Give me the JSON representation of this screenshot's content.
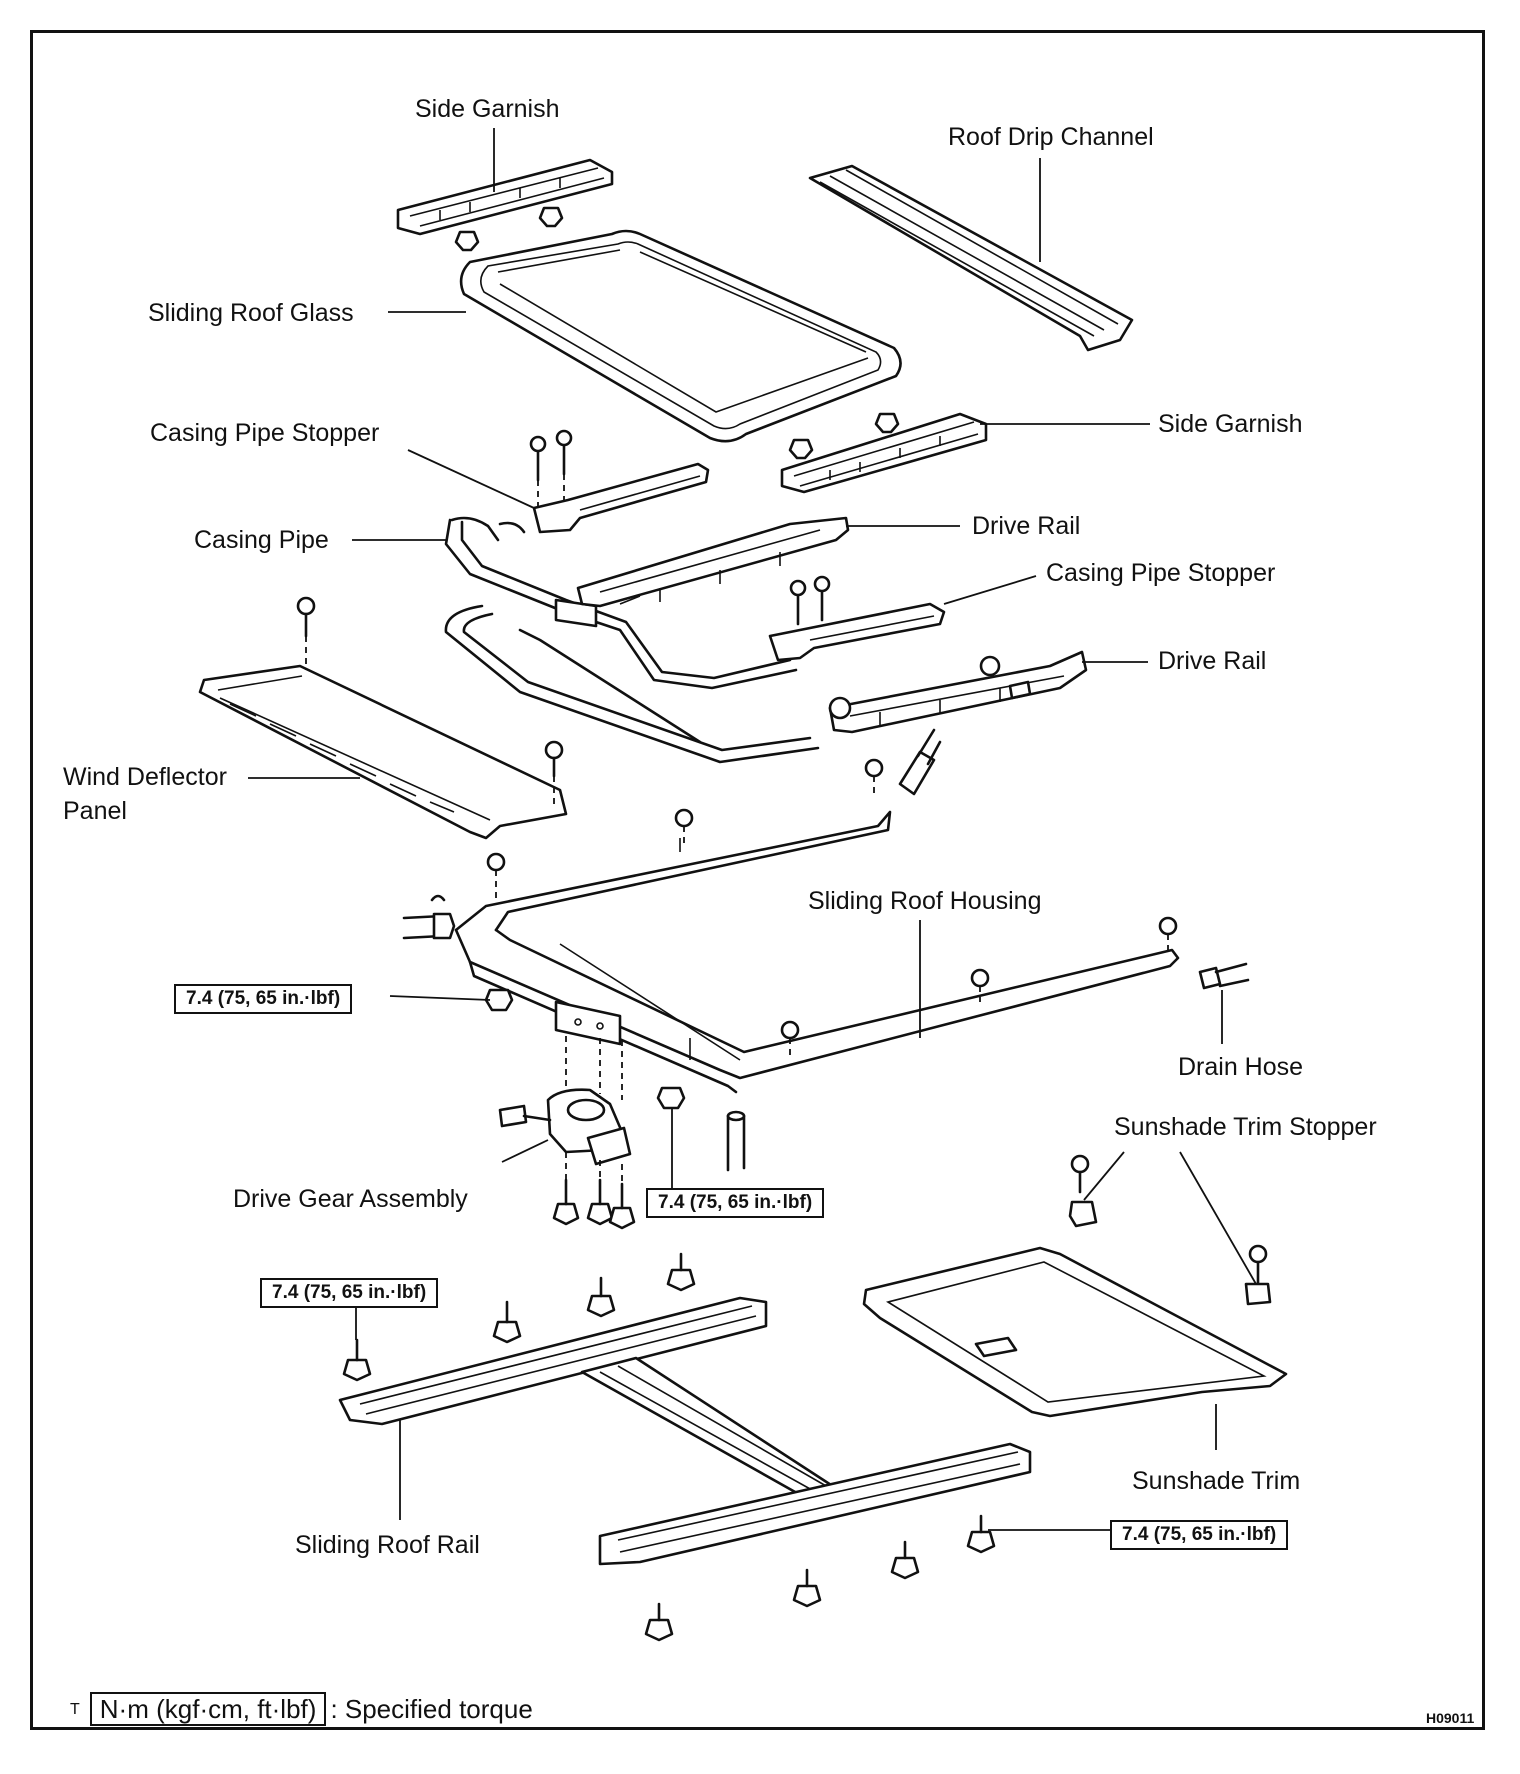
{
  "labels": {
    "side_garnish_top": "Side Garnish",
    "roof_drip_channel": "Roof Drip Channel",
    "sliding_roof_glass": "Sliding Roof Glass",
    "casing_pipe_stopper_left": "Casing Pipe Stopper",
    "side_garnish_right": "Side Garnish",
    "casing_pipe": "Casing Pipe",
    "drive_rail_upper": "Drive Rail",
    "casing_pipe_stopper_right": "Casing Pipe Stopper",
    "drive_rail_lower": "Drive Rail",
    "wind_deflector_panel_line1": "Wind Deflector",
    "wind_deflector_panel_line2": "Panel",
    "sliding_roof_housing": "Sliding Roof Housing",
    "drain_hose": "Drain Hose",
    "sunshade_trim_stopper": "Sunshade Trim Stopper",
    "drive_gear_assembly": "Drive Gear Assembly",
    "sunshade_trim": "Sunshade Trim",
    "sliding_roof_rail": "Sliding Roof Rail"
  },
  "torque_specs": {
    "housing_nut": "7.4 (75, 65 in.·lbf)",
    "gear_bolts": "7.4 (75, 65 in.·lbf)",
    "rail_left": "7.4 (75, 65 in.·lbf)",
    "rail_right": "7.4 (75, 65 in.·lbf)"
  },
  "legend": {
    "prefix": "T",
    "unit_box": "N·m (kgf·cm, ft·lbf)",
    "description": ": Specified torque"
  },
  "figure_code": "H09011"
}
